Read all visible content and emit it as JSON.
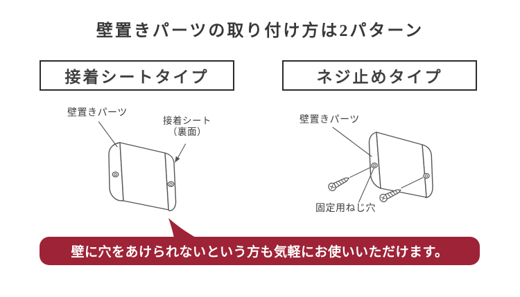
{
  "title": "壁置きパーツの取り付け方は2パターン",
  "left_section": {
    "header": "接着シートタイプ",
    "label_part": "壁置きパーツ",
    "label_sheet_line1": "接着シート",
    "label_sheet_line2": "（裏面）",
    "illustration": "wall-mount-part-with-adhesive-sheet"
  },
  "right_section": {
    "header": "ネジ止めタイプ",
    "label_part": "壁置きパーツ",
    "label_screw_holes": "固定用ねじ穴",
    "illustration": "wall-mount-part-with-two-screws"
  },
  "banner": {
    "text": "壁に穴をあけられないという方も気軽にお使いいただけます。"
  },
  "colors": {
    "background": "#ffffff",
    "banner_bg": "#9e2337",
    "banner_text": "#ffffff",
    "line_art": "#555555",
    "label_text": "#3d3d3d",
    "header_border": "#2b2b2b",
    "title_text": "#383838"
  }
}
